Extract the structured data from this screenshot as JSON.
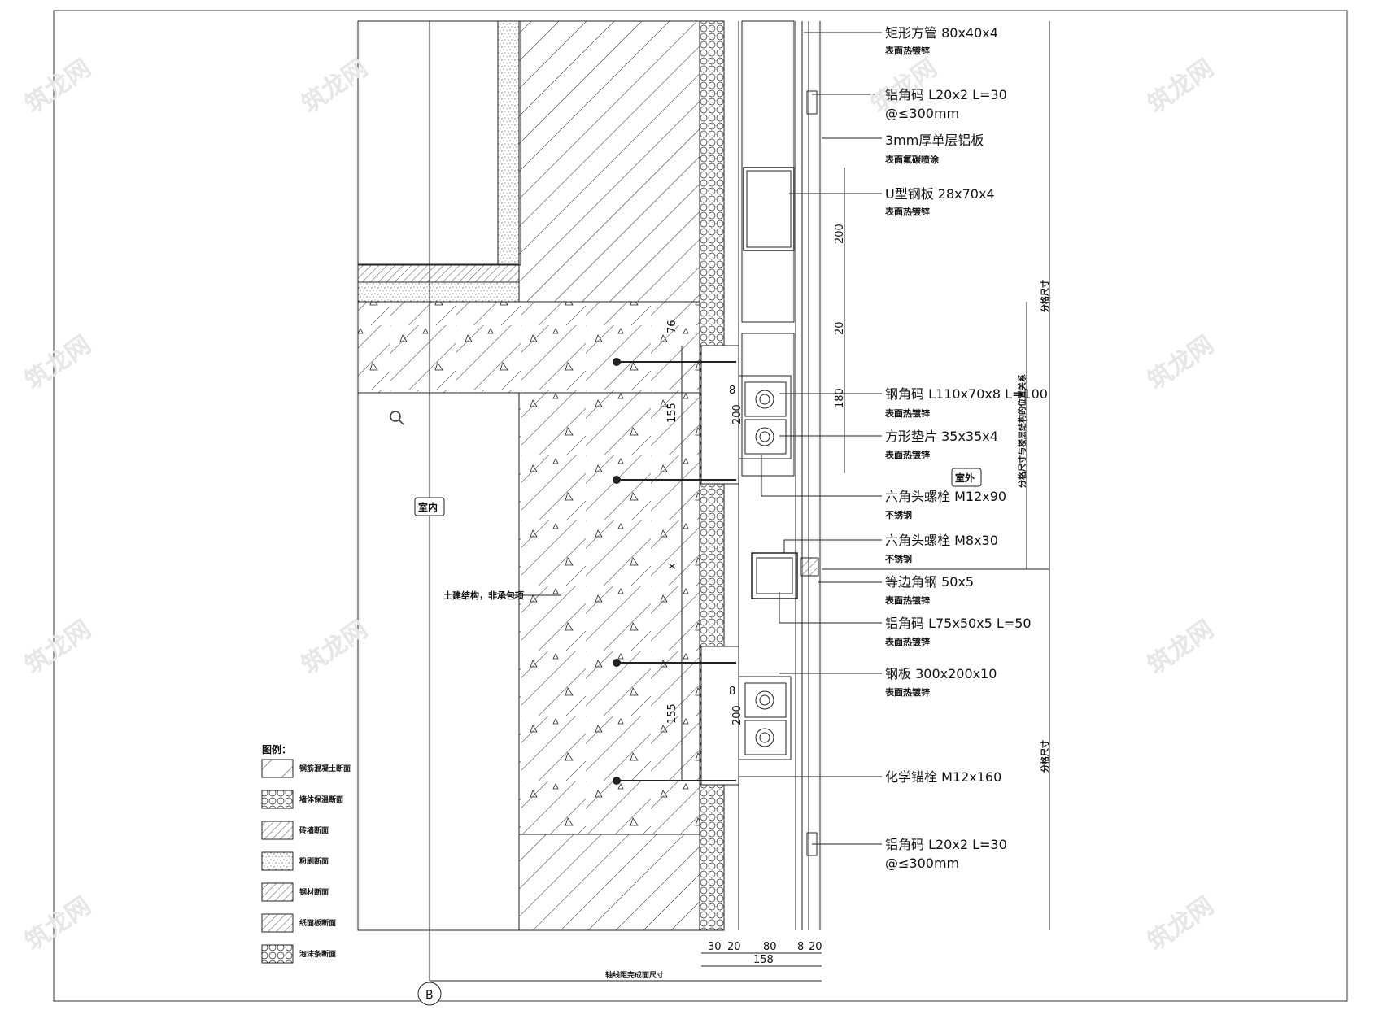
{
  "annotations": [
    {
      "main": "矩形方管 80x40x4",
      "sub": "表面热镀锌"
    },
    {
      "main": "铝角码 L20x2 L=30",
      "sub": "@≤300mm"
    },
    {
      "main": "3mm厚单层铝板",
      "sub": "表面氟碳喷涂"
    },
    {
      "main": "U型钢板 28x70x4",
      "sub": "表面热镀锌"
    },
    {
      "main": "钢角码 L110x70x8 L=100",
      "sub": "表面热镀锌"
    },
    {
      "main": "方形垫片 35x35x4",
      "sub": "表面热镀锌"
    },
    {
      "main": "六角头螺栓 M12x90",
      "sub": "不锈钢"
    },
    {
      "main": "六角头螺栓 M8x30",
      "sub": "不锈钢"
    },
    {
      "main": "等边角钢 50x5",
      "sub": "表面热镀锌"
    },
    {
      "main": "铝角码 L75x50x5 L=50",
      "sub": "表面热镀锌"
    },
    {
      "main": "钢板 300x200x10",
      "sub": "表面热镀锌"
    },
    {
      "main": "化学锚栓 M12x160",
      "sub": ""
    },
    {
      "main": "铝角码 L20x2 L=30",
      "sub": "@≤300mm"
    }
  ],
  "tags": {
    "indoor": "室内",
    "outdoor": "室外",
    "structure_note": "土建结构，非承包项"
  },
  "dimensions": {
    "top_200": "200",
    "gap_20": "20",
    "bracket_180": "180",
    "d76": "76",
    "d155a": "155",
    "d200a": "200",
    "d8a": "8",
    "x_label": "x",
    "d155b": "155",
    "d200b": "200",
    "d8b": "8",
    "b30": "30",
    "b20a": "20",
    "b80": "80",
    "b8": "8",
    "b20b": "20",
    "b158": "158",
    "right_top": "分格尺寸",
    "right_mid": "分格尺寸与楼层结构的位置关系",
    "right_bot": "分格尺寸",
    "axis_note": "轴线距完成面尺寸"
  },
  "axis": {
    "label": "B"
  },
  "legend": {
    "title": "图例：",
    "items": [
      {
        "label": "钢筋混凝土断面",
        "pattern": "concrete"
      },
      {
        "label": "墙体保温断面",
        "pattern": "honeycomb"
      },
      {
        "label": "砖墙断面",
        "pattern": "hatch"
      },
      {
        "label": "粉刷断面",
        "pattern": "stipple"
      },
      {
        "label": "钢材断面",
        "pattern": "hatch2"
      },
      {
        "label": "纸面板断面",
        "pattern": "hatch3"
      },
      {
        "label": "泡沫条断面",
        "pattern": "foam"
      }
    ]
  },
  "watermark": "筑龙网"
}
